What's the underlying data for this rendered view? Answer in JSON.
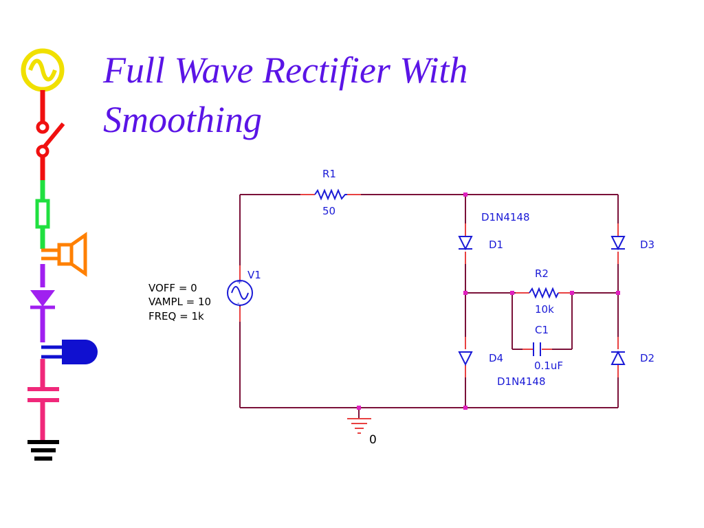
{
  "slide": {
    "title_line1": "Full Wave Rectifier With",
    "title_line2": "Smoothing"
  },
  "colors": {
    "title": "#5a14e6",
    "wire": "#7a1038",
    "component": "#1a1ad6",
    "pin": "#e84040",
    "node": "#e020c0",
    "label": "#1a1ad6"
  },
  "schematic": {
    "source": {
      "name": "V1",
      "params": [
        "VOFF = 0",
        "VAMPL = 10",
        "FREQ = 1k"
      ]
    },
    "r1": {
      "name": "R1",
      "value": "50"
    },
    "r2": {
      "name": "R2",
      "value": "10k"
    },
    "c1": {
      "name": "C1",
      "value": "0.1uF"
    },
    "diodes": {
      "d1": "D1",
      "d2": "D2",
      "d3": "D3",
      "d4": "D4",
      "model_top": "D1N4148",
      "model_bottom": "D1N4148"
    },
    "ground_label": "0"
  },
  "icon_strip": {
    "icons": [
      "ac-source-icon",
      "switch-icon",
      "resistor-icon",
      "speaker-icon",
      "diode-icon",
      "bulb-icon",
      "capacitor-icon",
      "ground-icon"
    ]
  }
}
